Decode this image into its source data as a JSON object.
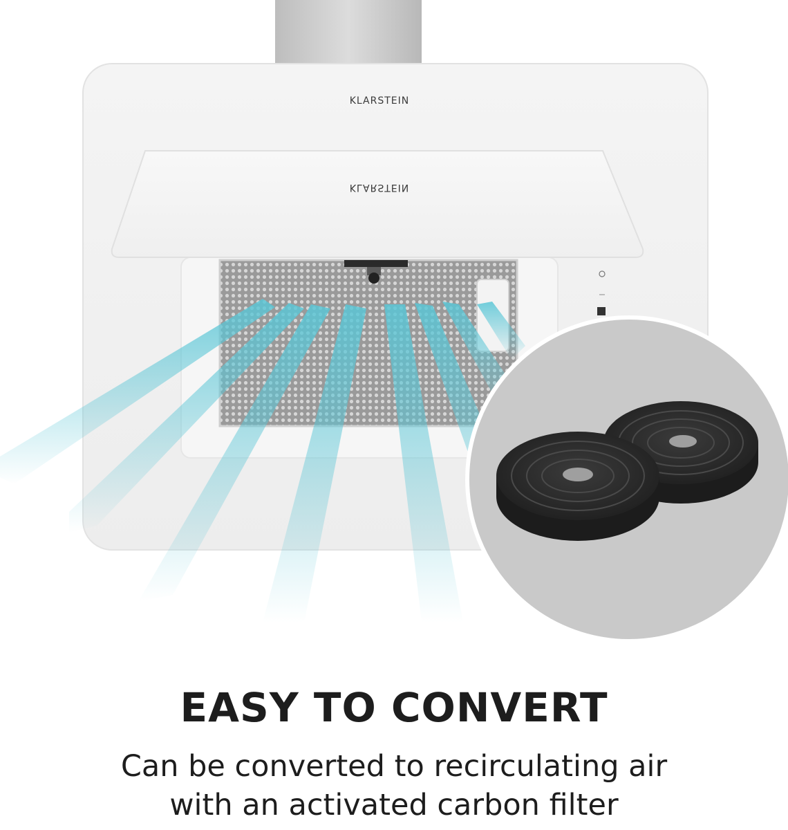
{
  "product": {
    "brand_top": "KLARSTEIN",
    "brand_mirrored": "KLARSTEIN"
  },
  "caption": {
    "headline": "EASY TO CONVERT",
    "line1": "Can be converted to recirculating air",
    "line2": "with an activated carbon filter"
  },
  "colors": {
    "airflow": "#5ac6d6",
    "inset_background": "#c9c9c9",
    "filter": "#2c2c2c"
  }
}
